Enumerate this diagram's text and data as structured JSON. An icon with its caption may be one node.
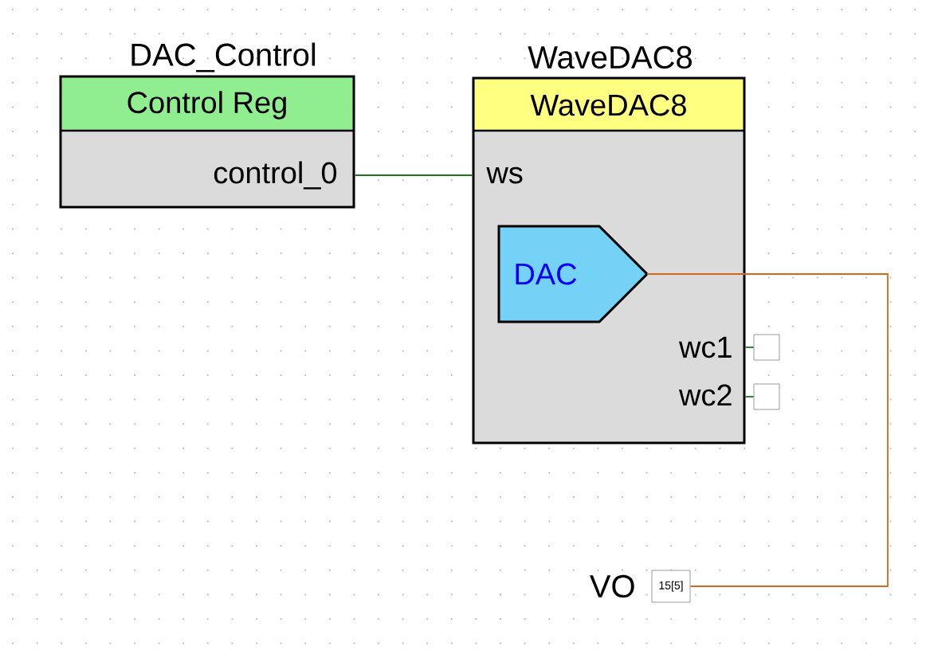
{
  "diagram": {
    "nodes": [
      {
        "text": [
          "DAC_Control",
          "Control Reg",
          "control_0"
        ]
      },
      {
        "text": [
          "WaveDAC8",
          "WaveDAC8",
          "ws",
          "wc1",
          "wc2"
        ]
      },
      {
        "text": [
          "DAC"
        ],
        "in": 1
      },
      {
        "text": [],
        "shape": "box"
      },
      {
        "text": [],
        "shape": "box"
      },
      {
        "text": [
          "15[5]"
        ],
        "beside": [
          "VO"
        ]
      }
    ],
    "edges": [
      {
        "from": 0,
        "to": 1,
        "arrow": "none"
      },
      {
        "from": 2,
        "to": 5,
        "arrow": "none",
        "color": "#d2691e"
      },
      {
        "from": 1,
        "to": 3,
        "arrow": "none"
      },
      {
        "from": 1,
        "to": 4,
        "arrow": "none"
      }
    ]
  }
}
